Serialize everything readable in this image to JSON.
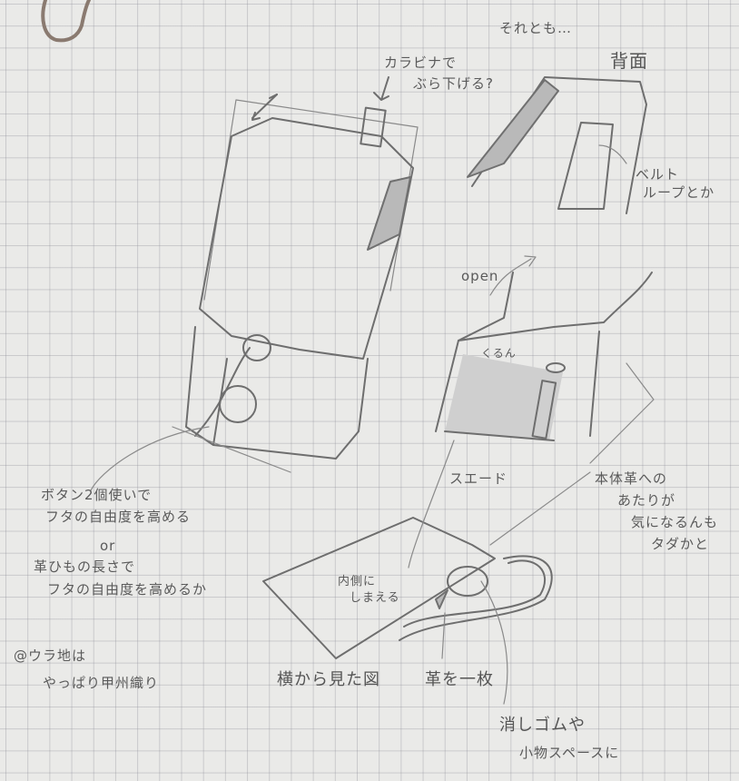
{
  "notes": {
    "or_else": "それとも…",
    "back_view": "背面",
    "carabiner": [
      "カラビナで",
      "ぶら下げる?"
    ],
    "belt_loop": [
      "ベルト",
      "ループとか"
    ],
    "open": "open",
    "kurun": "くるん",
    "suede": "スエード",
    "leather_contact": [
      "本体革への",
      "あたりが",
      "気になるんも",
      "タダかと"
    ],
    "button_note": [
      "ボタン2個使いで",
      "フタの自由度を高める",
      "or",
      "革ひもの長さで",
      "フタの自由度を高めるか"
    ],
    "lining": [
      "@ウラ地は",
      "やっぱり甲州織り"
    ],
    "inside": [
      "内側に",
      "しまえる"
    ],
    "side_view": "横から見た図",
    "one_leather": "革を一枚",
    "eraser": [
      "消しゴムや",
      "小物スペースに"
    ]
  }
}
